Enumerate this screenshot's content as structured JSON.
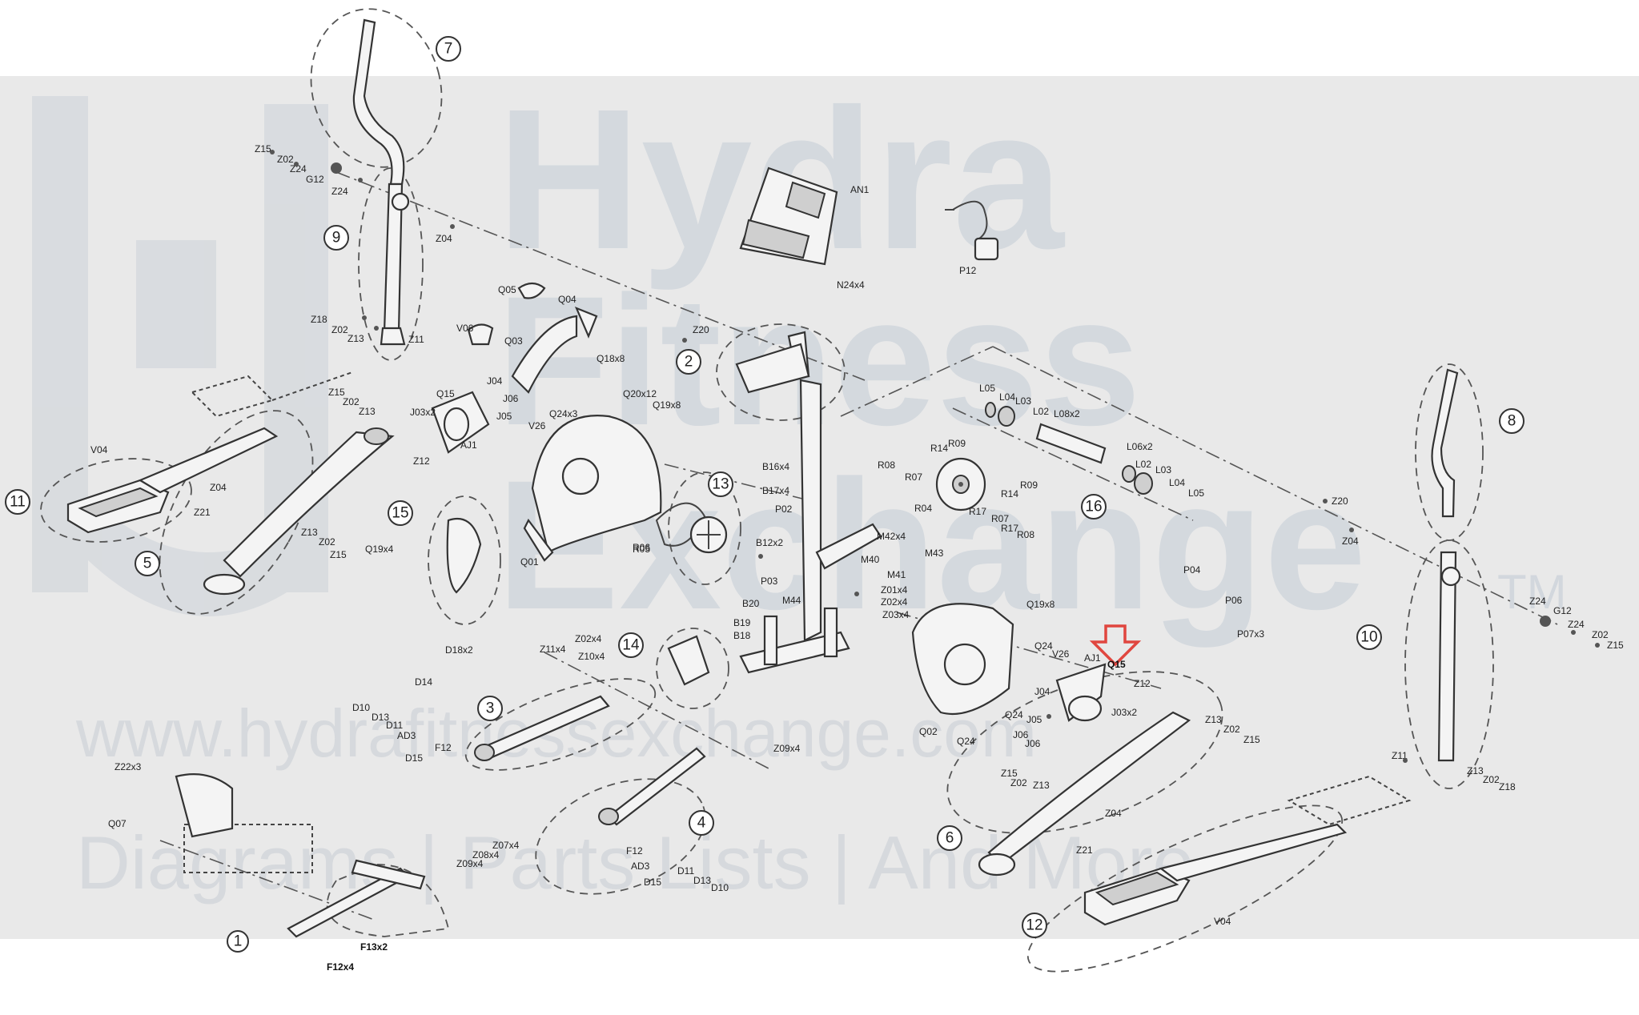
{
  "watermark": {
    "brand_lines": [
      "Hydra",
      "Fitness",
      "Exchange"
    ],
    "tm": "TM",
    "url": "www.hydrafitnessexchange.com",
    "tagline": "Diagrams | Parts Lists | And More"
  },
  "highlight": {
    "part_code": "Q15",
    "color": "#e0463f"
  },
  "assemblies": [
    "1",
    "2",
    "3",
    "4",
    "5",
    "6",
    "7",
    "8",
    "9",
    "10",
    "11",
    "12",
    "13",
    "14",
    "15",
    "16"
  ],
  "parts": [
    "Z15",
    "Z02",
    "Z24",
    "G12",
    "Z24",
    "Z04",
    "Z18",
    "Z02",
    "Z13",
    "Z11",
    "Q05",
    "Q04",
    "V06",
    "Q03",
    "Q18x8",
    "Q20x12",
    "Q19x8",
    "Q24x3",
    "J04",
    "J06",
    "J05",
    "V26",
    "AJ1",
    "Q15",
    "J03x2",
    "Z12",
    "Z15",
    "Z02",
    "Z13",
    "V04",
    "Z04",
    "Z21",
    "Z13",
    "Z02",
    "Z15",
    "Q19x4",
    "AN1",
    "N24x4",
    "P12",
    "Z20",
    "B16x4",
    "B17x4",
    "P02",
    "B12x2",
    "M42x4",
    "M40",
    "M41",
    "M43",
    "P03",
    "M44",
    "B20",
    "B19",
    "B18",
    "Z01x4",
    "Z02x4",
    "Z03x4",
    "R06",
    "L05",
    "L04",
    "L03",
    "L02",
    "L08x2",
    "L06x2",
    "L02",
    "L03",
    "L04",
    "L05",
    "R08",
    "R14",
    "R09",
    "R07",
    "R04",
    "R17",
    "R14",
    "R09",
    "R07",
    "R17",
    "R08",
    "Z20",
    "Z04",
    "P04",
    "P06",
    "P07x3",
    "Z24",
    "G12",
    "Z24",
    "Z02",
    "Z15",
    "Z11",
    "Z13",
    "Z02",
    "Z18",
    "Q19x8",
    "Q24",
    "V26",
    "AJ1",
    "Q15",
    "Z12",
    "J04",
    "Q24",
    "J05",
    "J06",
    "J06",
    "J03x2",
    "Q02",
    "Q24",
    "Z13",
    "Z02",
    "Z15",
    "Z15",
    "Z02",
    "Z13",
    "Z04",
    "Z21",
    "V04",
    "Z11x4",
    "Z02x4",
    "Z10x4",
    "D18x2",
    "D14",
    "D10",
    "D13",
    "D11",
    "AD3",
    "F12",
    "D15",
    "Z09x4",
    "F12",
    "AD3",
    "D11",
    "D15",
    "D13",
    "D10",
    "Z22x3",
    "Q07",
    "Z07x4",
    "Z08x4",
    "Z09x4",
    "F13x2",
    "F12x4",
    "R05",
    "Q01"
  ]
}
